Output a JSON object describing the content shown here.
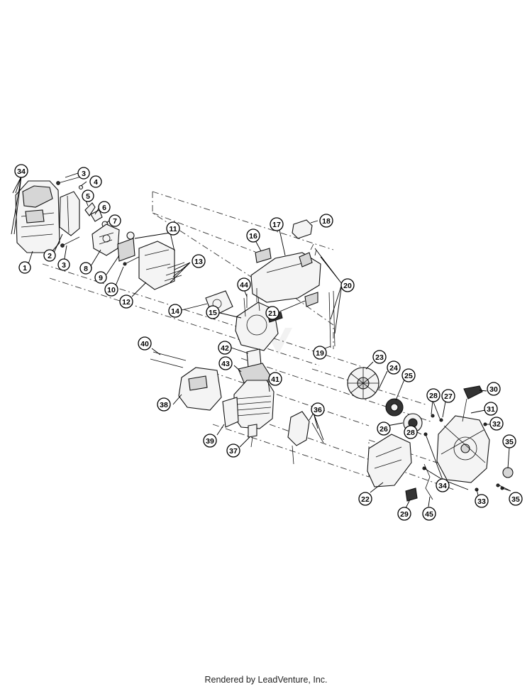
{
  "diagram": {
    "callouts": [
      "34",
      "3",
      "4",
      "5",
      "6",
      "7",
      "1",
      "2",
      "3",
      "8",
      "9",
      "10",
      "11",
      "13",
      "12",
      "14",
      "16",
      "17",
      "18",
      "20",
      "21",
      "44",
      "15",
      "42",
      "19",
      "40",
      "43",
      "41",
      "38",
      "39",
      "37",
      "36",
      "23",
      "24",
      "25",
      "26",
      "22",
      "28",
      "27",
      "28",
      "30",
      "31",
      "32",
      "35",
      "34",
      "29",
      "45",
      "33",
      "35"
    ]
  },
  "footer": {
    "credit": "Rendered by LeadVenture, Inc."
  }
}
